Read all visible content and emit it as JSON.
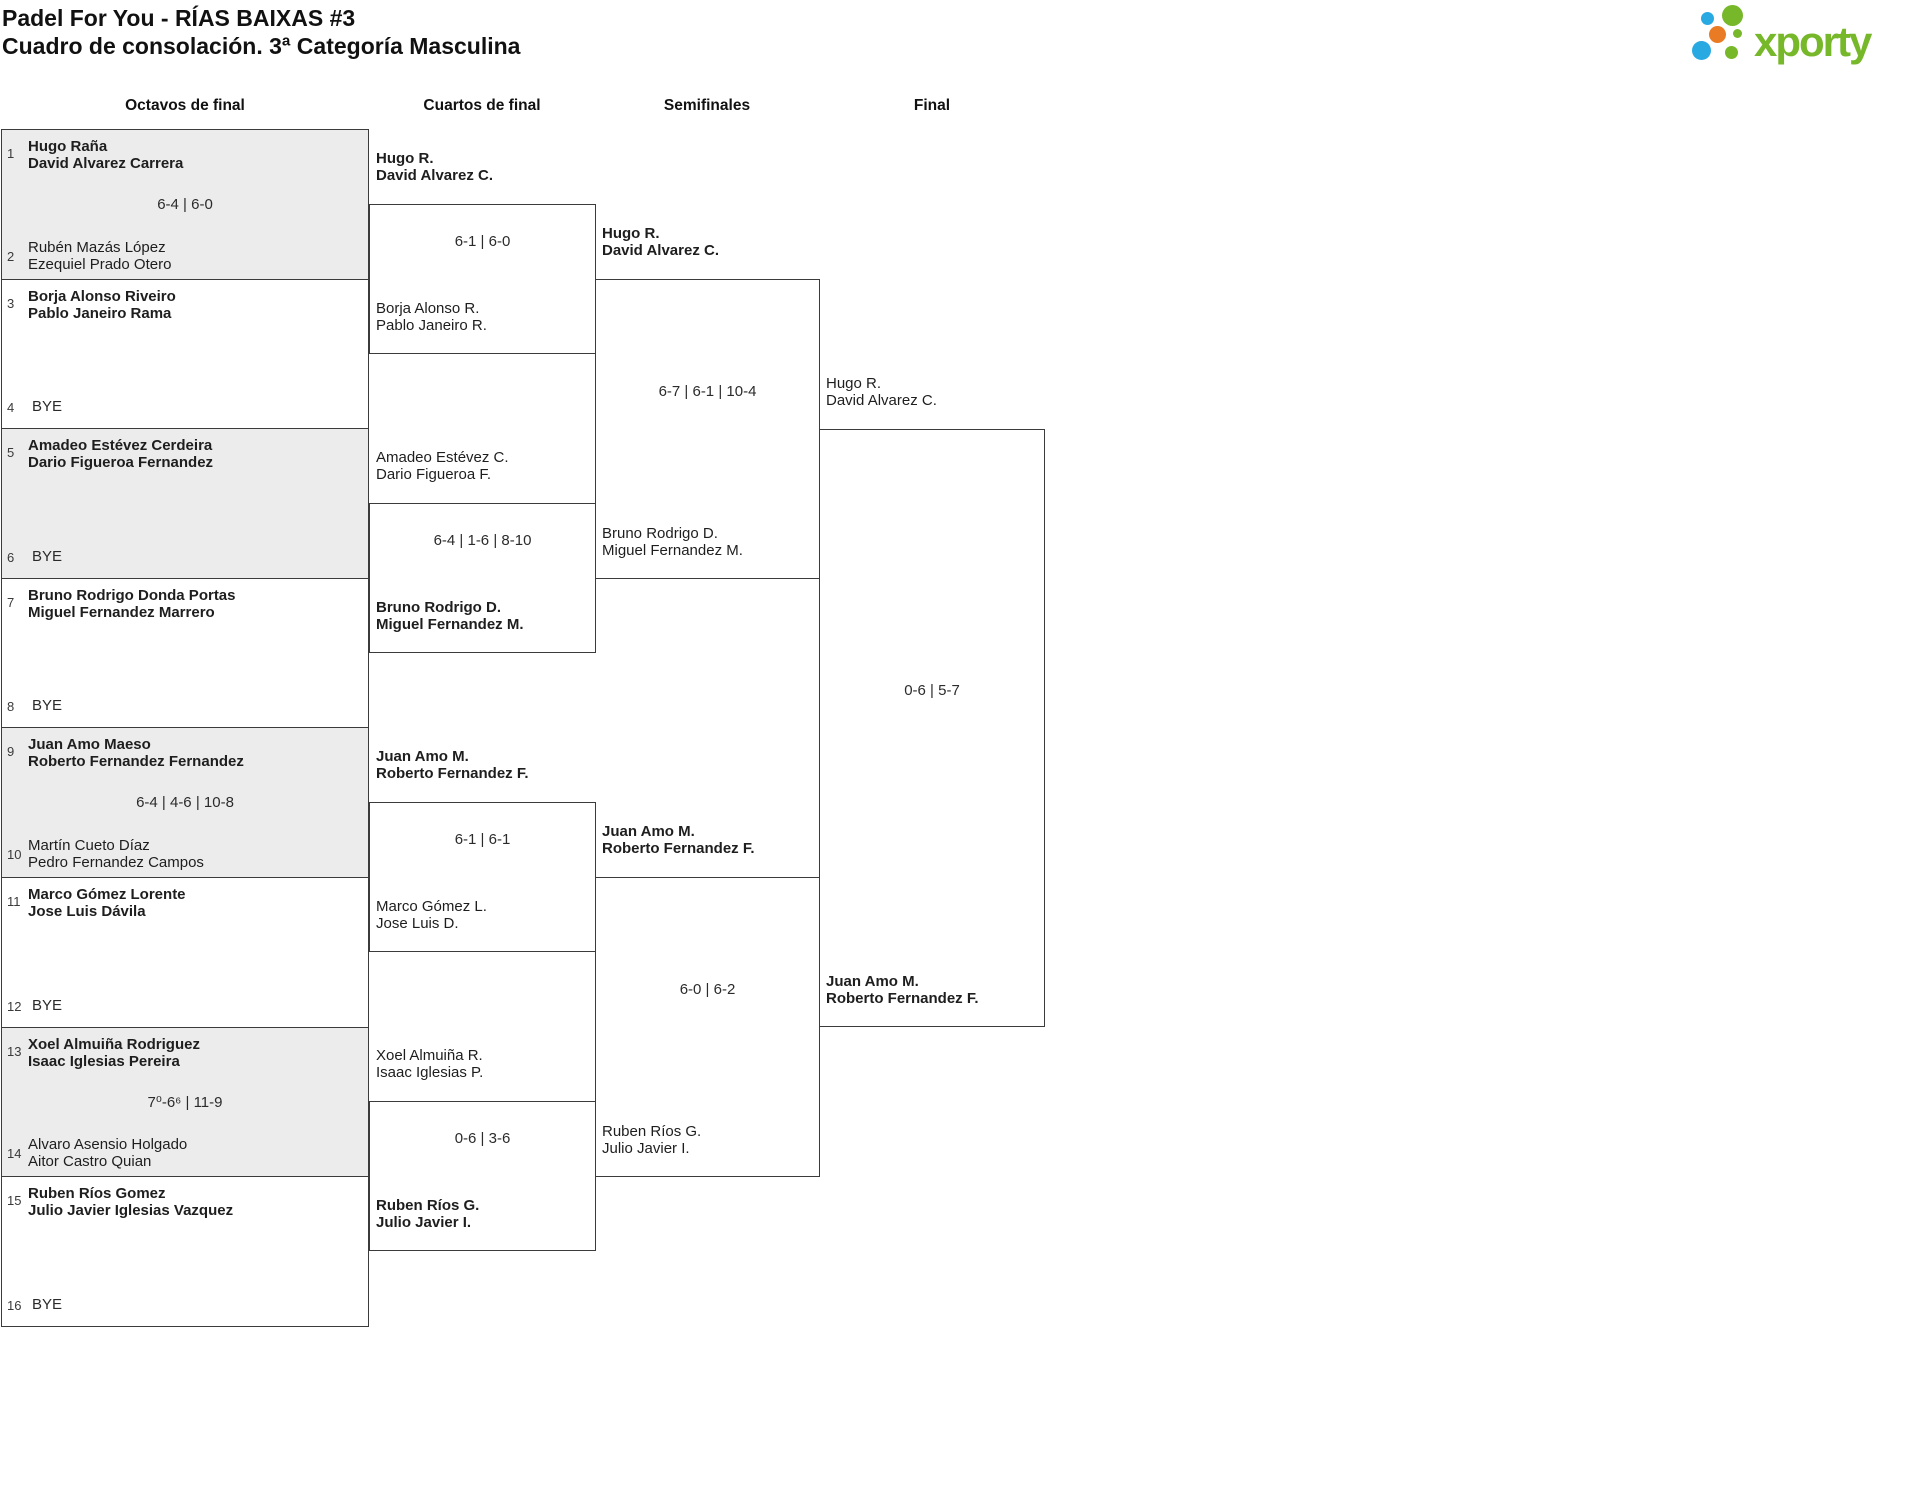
{
  "title": {
    "line1": "Padel For You - RÍAS BAIXAS #3",
    "line2": "Cuadro de consolación. 3ª Categoría Masculina"
  },
  "logo": {
    "text": "xporty",
    "colors": {
      "green": "#76b82a",
      "blue": "#29a9e1",
      "orange": "#e87b23"
    }
  },
  "headers": {
    "octavos": "Octavos de final",
    "cuartos": "Cuartos de final",
    "semifinales": "Semifinales",
    "final": "Final"
  },
  "octavos": {
    "matches": [
      {
        "num1": "1",
        "team1": {
          "p1": "Hugo Raña",
          "p2": "David Alvarez Carrera"
        },
        "score": "6-4 | 6-0",
        "num2": "2",
        "team2": {
          "p1": "Rubén Mazás López",
          "p2": "Ezequiel Prado Otero"
        },
        "winner": "team1"
      },
      {
        "num1": "3",
        "team1": {
          "p1": "Borja Alonso Riveiro",
          "p2": "Pablo Janeiro Rama"
        },
        "num2": "4",
        "team2": {
          "bye": "BYE"
        },
        "winner": "team1"
      },
      {
        "num1": "5",
        "team1": {
          "p1": "Amadeo Estévez Cerdeira",
          "p2": "Dario Figueroa Fernandez"
        },
        "num2": "6",
        "team2": {
          "bye": "BYE"
        },
        "winner": "team1"
      },
      {
        "num1": "7",
        "team1": {
          "p1": "Bruno Rodrigo Donda Portas",
          "p2": "Miguel Fernandez Marrero"
        },
        "num2": "8",
        "team2": {
          "bye": "BYE"
        },
        "winner": "team1"
      },
      {
        "num1": "9",
        "team1": {
          "p1": "Juan Amo Maeso",
          "p2": "Roberto Fernandez Fernandez"
        },
        "score": "6-4 | 4-6 | 10-8",
        "num2": "10",
        "team2": {
          "p1": "Martín Cueto Díaz",
          "p2": "Pedro Fernandez Campos"
        },
        "winner": "team1"
      },
      {
        "num1": "11",
        "team1": {
          "p1": "Marco Gómez Lorente",
          "p2": "Jose Luis Dávila"
        },
        "num2": "12",
        "team2": {
          "bye": "BYE"
        },
        "winner": "team1"
      },
      {
        "num1": "13",
        "team1": {
          "p1": "Xoel Almuiña Rodriguez",
          "p2": "Isaac Iglesias Pereira"
        },
        "score": "7⁰-6⁶ | 11-9",
        "num2": "14",
        "team2": {
          "p1": "Alvaro Asensio Holgado",
          "p2": "Aitor Castro Quian"
        },
        "winner": "team1"
      },
      {
        "num1": "15",
        "team1": {
          "p1": "Ruben Ríos Gomez",
          "p2": "Julio Javier Iglesias Vazquez"
        },
        "num2": "16",
        "team2": {
          "bye": "BYE"
        },
        "winner": "team1"
      }
    ]
  },
  "cuartos": {
    "matches": [
      {
        "team1": {
          "p1": "Hugo R.",
          "p2": "David Alvarez C."
        },
        "score": "6-1 | 6-0",
        "team2": {
          "p1": "Borja Alonso R.",
          "p2": "Pablo Janeiro R."
        },
        "winner": "team1"
      },
      {
        "team1": {
          "p1": "Amadeo Estévez C.",
          "p2": "Dario Figueroa F."
        },
        "score": "6-4 | 1-6 | 8-10",
        "team2": {
          "p1": "Bruno Rodrigo D.",
          "p2": "Miguel Fernandez M."
        },
        "winner": "team2"
      },
      {
        "team1": {
          "p1": "Juan Amo M.",
          "p2": "Roberto Fernandez F."
        },
        "score": "6-1 | 6-1",
        "team2": {
          "p1": "Marco Gómez L.",
          "p2": "Jose Luis D."
        },
        "winner": "team1"
      },
      {
        "team1": {
          "p1": "Xoel Almuiña R.",
          "p2": "Isaac Iglesias P."
        },
        "score": "0-6 | 3-6",
        "team2": {
          "p1": "Ruben Ríos G.",
          "p2": "Julio Javier I."
        },
        "winner": "team2"
      }
    ]
  },
  "semifinales": {
    "matches": [
      {
        "team1": {
          "p1": "Hugo R.",
          "p2": "David Alvarez C."
        },
        "score": "6-7 | 6-1 | 10-4",
        "team2": {
          "p1": "Bruno Rodrigo D.",
          "p2": "Miguel Fernandez M."
        },
        "winner": "team1"
      },
      {
        "team1": {
          "p1": "Juan Amo M.",
          "p2": "Roberto Fernandez F."
        },
        "score": "6-0 | 6-2",
        "team2": {
          "p1": "Ruben Ríos G.",
          "p2": "Julio Javier I."
        },
        "winner": "team1"
      }
    ]
  },
  "final": {
    "match": {
      "team1": {
        "p1": "Hugo R.",
        "p2": "David Alvarez C."
      },
      "score": "0-6 | 5-7",
      "team2": {
        "p1": "Juan Amo M.",
        "p2": "Roberto Fernandez F."
      },
      "winner": "team2"
    }
  }
}
